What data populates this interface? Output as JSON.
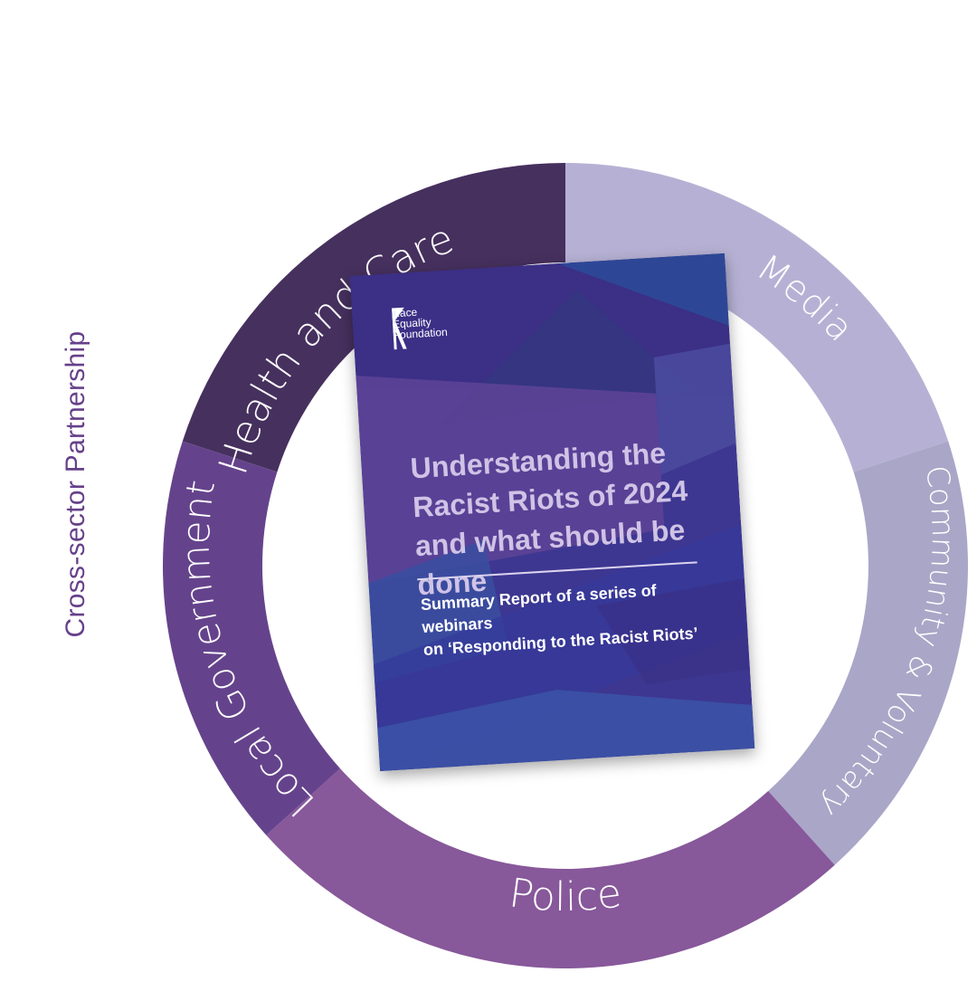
{
  "side_label": "Cross-sector Partnership",
  "segments": [
    {
      "label": "Health and Care",
      "color": "#46305e"
    },
    {
      "label": "Media",
      "color": "#b6b1d4"
    },
    {
      "label": "Community & Voluntary",
      "color": "#aaa6c7"
    },
    {
      "label": "Police",
      "color": "#87589a"
    },
    {
      "label": "Local Government",
      "color": "#65438c"
    }
  ],
  "report": {
    "logo": {
      "line1": "Race",
      "line2": "Equality",
      "line3": "Foundation"
    },
    "title_lines": [
      "Understanding the",
      "Racist Riots of 2024",
      "and what should be done"
    ],
    "subtitle_lines": [
      "Summary Report of a series of webinars",
      "on ‘Responding to the Racist Riots’"
    ]
  }
}
